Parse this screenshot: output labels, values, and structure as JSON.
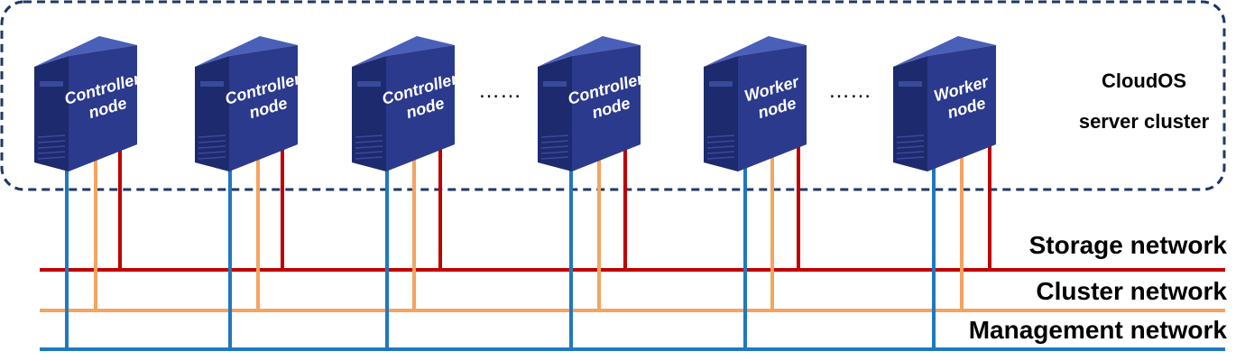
{
  "cluster": {
    "title_line1": "CloudOS",
    "title_line2": "server cluster",
    "border_color": "#1f3864"
  },
  "servers": [
    {
      "line1": "Controller",
      "line2": "node"
    },
    {
      "line1": "Controller",
      "line2": "node"
    },
    {
      "line1": "Controller",
      "line2": "node"
    },
    {
      "line1": "Controller",
      "line2": "node"
    },
    {
      "line1": "Worker",
      "line2": "node"
    },
    {
      "line1": "Worker",
      "line2": "node"
    }
  ],
  "ellipses": [
    "……",
    "……"
  ],
  "networks": {
    "storage": {
      "label": "Storage network",
      "color": "#c00000"
    },
    "cluster": {
      "label": "Cluster network",
      "color": "#f4a460"
    },
    "management": {
      "label": "Management network",
      "color": "#1f78c1"
    }
  },
  "server_colors": {
    "front": "#2b3a8c",
    "side": "#1e2a6e",
    "top": "#4a5fb8"
  }
}
